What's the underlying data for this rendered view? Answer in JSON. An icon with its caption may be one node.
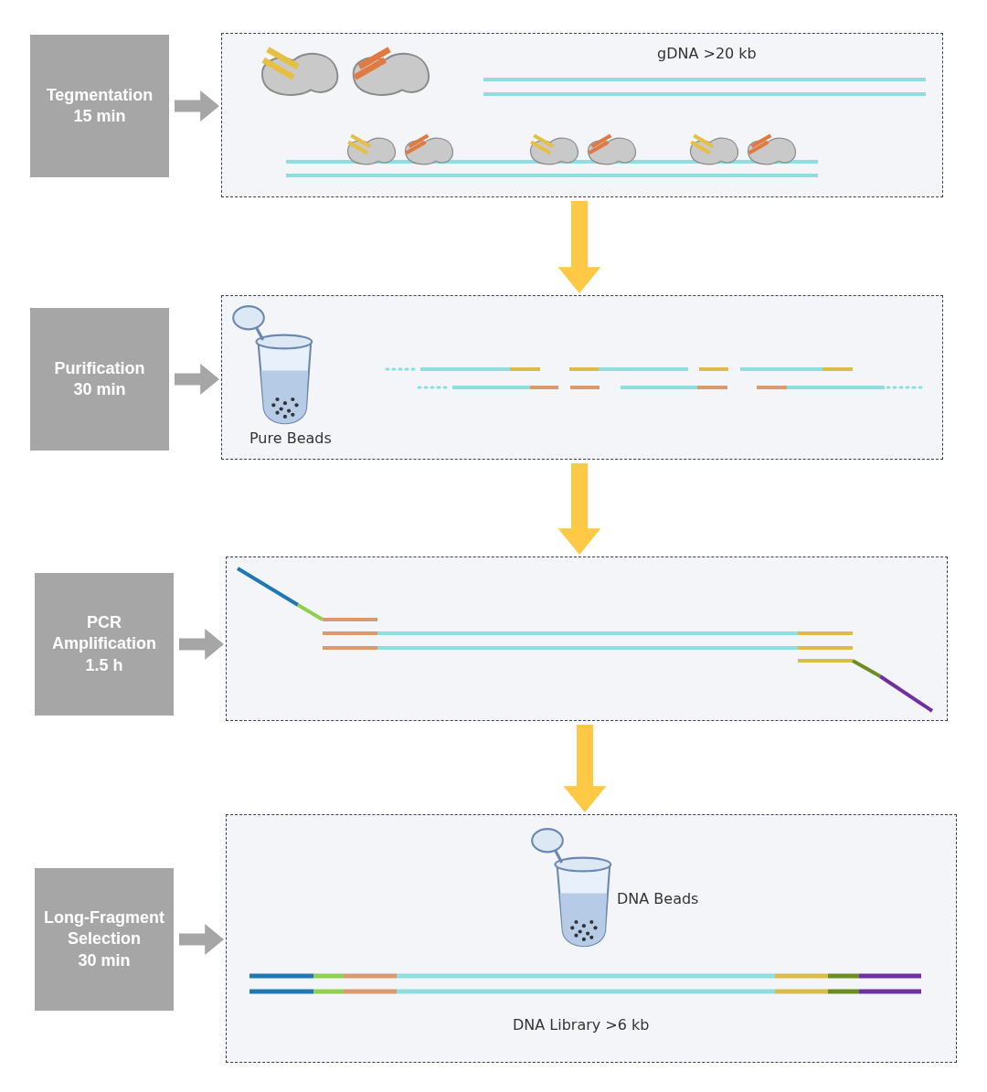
{
  "diagram": {
    "nodes": [
      {
        "text": [
          "Tegmentation",
          "15 min"
        ]
      },
      {
        "text": [
          "gDNA >20 kb"
        ]
      },
      {
        "text": [
          "Purification",
          "30 min"
        ]
      },
      {
        "text": [
          "Pure Beads"
        ]
      },
      {
        "text": [
          "PCR Amplification",
          "1.5 h"
        ]
      },
      {
        "text": [],
        "shape": "box"
      },
      {
        "text": [
          "Long-Fragment Selection",
          "30 min"
        ]
      },
      {
        "text": [
          "DNA Beads",
          "DNA Library >6 kb"
        ]
      }
    ],
    "edges": [
      {
        "from": 0,
        "to": 1,
        "arrow": "to"
      },
      {
        "from": 2,
        "to": 3,
        "arrow": "to"
      },
      {
        "from": 4,
        "to": 5,
        "arrow": "to"
      },
      {
        "from": 6,
        "to": 7,
        "arrow": "to"
      },
      {
        "from": 1,
        "to": 3,
        "arrow": "to",
        "style": "thick",
        "color": "#ffc845"
      },
      {
        "from": 3,
        "to": 5,
        "arrow": "to",
        "style": "thick",
        "color": "#ffc845"
      },
      {
        "from": 5,
        "to": 7,
        "arrow": "to",
        "style": "thick",
        "color": "#ffc845"
      }
    ]
  }
}
